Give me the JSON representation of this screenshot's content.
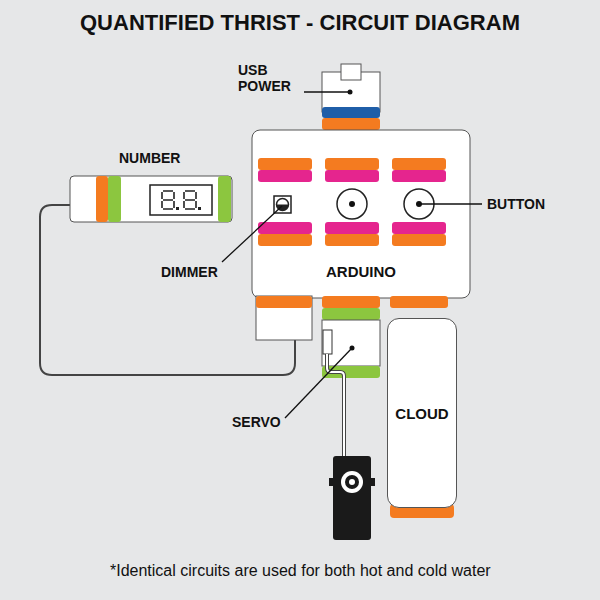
{
  "diagram": {
    "title": "QUANTIFIED THRIST - CIRCUIT DIAGRAM",
    "caption": "*Identical circuits are used for both hot and cold water",
    "nodes": [
      {
        "text": [
          "ARDUINO"
        ]
      },
      {
        "text": [
          "CLOUD"
        ]
      }
    ],
    "labels": [
      "USB POWER",
      "NUMBER",
      "DIMMER",
      "BUTTON",
      "SERVO"
    ]
  }
}
